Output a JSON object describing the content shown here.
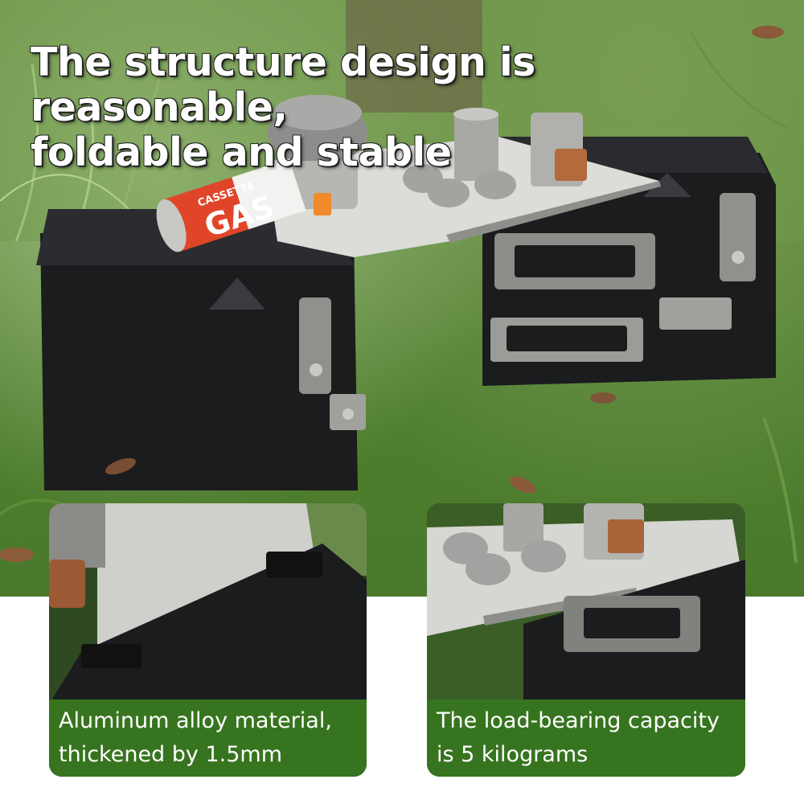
{
  "headline": {
    "line1": "The structure design is reasonable,",
    "line2": "foldable and stable"
  },
  "gas_can": {
    "brand_line": "CASSETTE",
    "big_text": "GAS"
  },
  "insets": [
    {
      "caption_line1": "Aluminum alloy material,",
      "caption_line2": "thickened by 1.5mm"
    },
    {
      "caption_line1": "The load-bearing capacity",
      "caption_line2": "is 5 kilograms"
    }
  ],
  "colors": {
    "caption_bg": "#37741f",
    "grass": "#4f7f2f",
    "case_black": "#1b1c1e",
    "aluminum": "#d8d8d4",
    "gas_can_red": "#e0452a"
  }
}
